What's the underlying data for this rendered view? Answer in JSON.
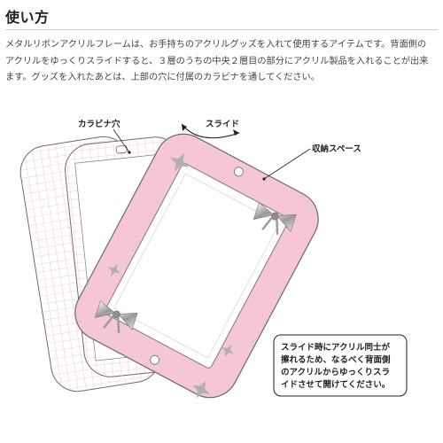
{
  "section": {
    "title": "使い方",
    "description_lines": [
      "メタルリボンアクリルフレームは、お手持ちのアクリルグッズを入れて使用するアイテムです。背面側の",
      "アクリルをゆっくりスライドすると、３層のうちの中央２層目の部分にアクリル製品を入れることが出来",
      "ます。グッズを入れたあとは、上部の穴に付属のカラビナを通してください。"
    ]
  },
  "diagram": {
    "labels": {
      "carabiner_hole": "カラビナ穴",
      "slide": "スライド",
      "storage_space": "収納スペース"
    },
    "note_lines": [
      "スライド時にアクリル同士が",
      "擦れるため、なるべく背面側",
      "のアクリルからゆっくりスラ",
      "イドさせて開けてください。"
    ],
    "colors": {
      "frame_pink": "#f5c6d6",
      "grid_pink": "#f0b8cc",
      "outline": "#6b6b6b",
      "silver": "#a8a8a8"
    }
  }
}
